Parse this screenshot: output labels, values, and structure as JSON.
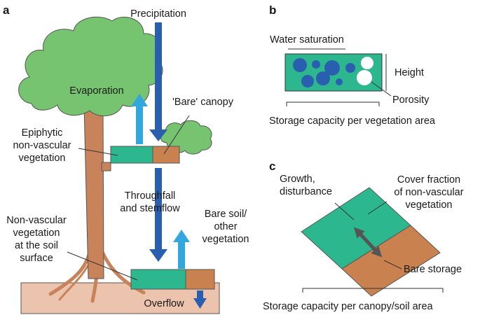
{
  "panels": {
    "a": "a",
    "b": "b",
    "c": "c"
  },
  "panel_a": {
    "precipitation": "Precipitation",
    "evaporation": "Evaporation",
    "bare_canopy": "'Bare' canopy",
    "epiphytic": [
      "Epiphytic",
      "non-vascular",
      "vegetation"
    ],
    "throughfall": [
      "Throughfall",
      "and stemflow"
    ],
    "bare_soil": [
      "Bare soil/",
      "other",
      "vegetation"
    ],
    "soil_surface": [
      "Non-vascular",
      "vegetation",
      "at the soil",
      "surface"
    ],
    "overflow": "Overflow"
  },
  "panel_b": {
    "water_saturation": "Water saturation",
    "height": "Height",
    "porosity": "Porosity",
    "storage": "Storage capacity per vegetation area"
  },
  "panel_c": {
    "growth": [
      "Growth,",
      "disturbance"
    ],
    "cover": [
      "Cover fraction",
      "of non-vascular",
      "vegetation"
    ],
    "bare_storage": "Bare storage",
    "storage": "Storage capacity per canopy/soil area"
  },
  "colors": {
    "moss": "#2db78e",
    "bare": "#c9814f",
    "leaf": "#77c470",
    "trunk": "#c8835a",
    "soil": "#ecc4ad",
    "arrow_dark": "#2a5fb0",
    "arrow_light": "#33a7dc",
    "pore_blue": "#2a5fb0"
  }
}
